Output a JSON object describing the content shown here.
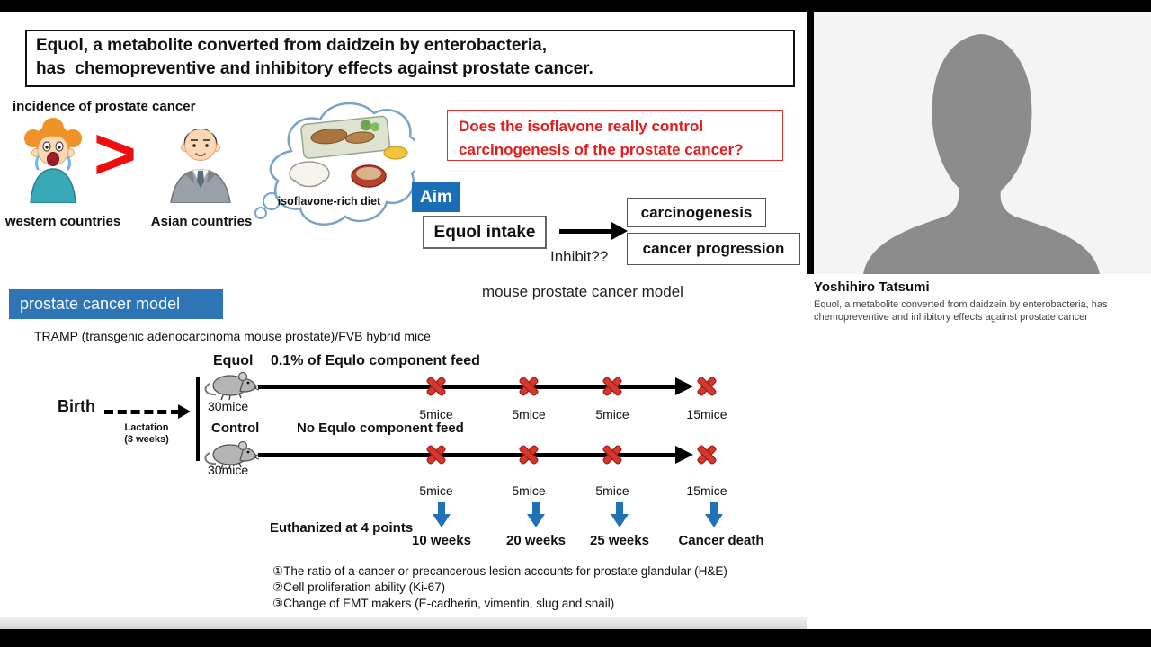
{
  "slide": {
    "title_line1": "Equol, a metabolite converted from daidzein by enterobacteria,",
    "title_line2": "has  chemopreventive and inhibitory effects against prostate cancer.",
    "incidence": {
      "heading": "incidence of prostate cancer",
      "left_label": "western countries",
      "gt_symbol": ">",
      "right_label": "Asian countries",
      "bubble_label": "isoflavone-rich diet"
    },
    "question_line1": "Does the isoflavone really control",
    "question_line2": "carcinogenesis of the prostate cancer?",
    "aim": {
      "label": "Aim",
      "intake": "Equol intake",
      "inhibit": "Inhibit??",
      "outcome1": "carcinogenesis",
      "outcome2": "cancer progression"
    },
    "model": {
      "badge": "prostate cancer model",
      "subtitle": "mouse prostate cancer model",
      "strain": "TRAMP (transgenic adenocarcinoma mouse prostate)/FVB hybrid mice"
    },
    "timeline": {
      "birth": "Birth",
      "lactation1": "Lactation",
      "lactation2": "(3 weeks)",
      "equol_group": "Equol",
      "equol_feed": "0.1% of Equlo component feed",
      "equol_count": "30mice",
      "control_group": "Control",
      "control_feed": "No Equlo component feed",
      "control_count": "30mice",
      "equol_points": [
        "5mice",
        "5mice",
        "5mice",
        "15mice"
      ],
      "control_points": [
        "5mice",
        "5mice",
        "5mice",
        "15mice"
      ],
      "euthanized": "Euthanized at 4 points",
      "timepoints": [
        "10 weeks",
        "20 weeks",
        "25 weeks",
        "Cancer death"
      ]
    },
    "endpoints": [
      "①The ratio of a cancer  or precancerous lesion accounts for prostate glandular (H&E)",
      "②Cell proliferation ability  (Ki-67)",
      "③Change of EMT makers (E-cadherin, vimentin, slug and snail)"
    ]
  },
  "speaker": {
    "name": "Yoshihiro Tatsumi",
    "description_line1": "Equol, a metabolite converted from daidzein by enterobacteria, has",
    "description_line2": "chemopreventive and inhibitory effects against prostate cancer"
  },
  "colors": {
    "accent_blue": "#2e75b6",
    "aim_blue": "#1b6db5",
    "alert_red": "#e31c1c",
    "cross_red": "#d6362c",
    "arrow_blue": "#1f72b8",
    "silhouette_gray": "#8c8c8c"
  }
}
